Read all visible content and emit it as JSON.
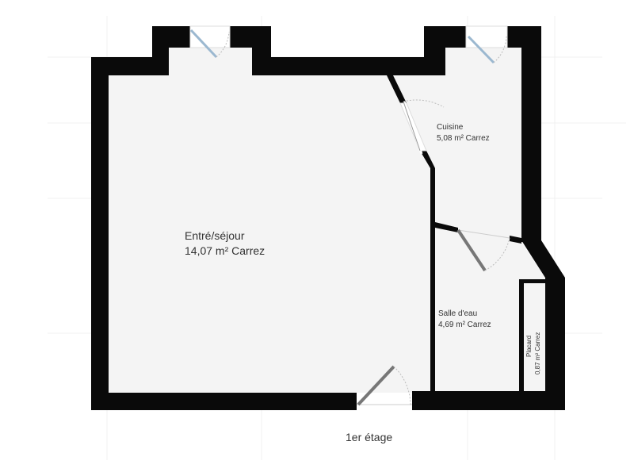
{
  "rooms": [
    {
      "name": "Entré/séjour",
      "area": "14,07 m² Carrez"
    },
    {
      "name": "Cuisine",
      "area": "5,08 m² Carrez"
    },
    {
      "name": "Salle d'eau",
      "area": "4,69 m² Carrez"
    },
    {
      "name": "Placard",
      "area": "0,87 m² Carrez"
    }
  ],
  "floor_label": "1er étage",
  "colors": {
    "wall": "#0a0a0a",
    "floor": "#f4f4f4",
    "door_leaf": "#777777",
    "window": "#9bb8d0"
  }
}
